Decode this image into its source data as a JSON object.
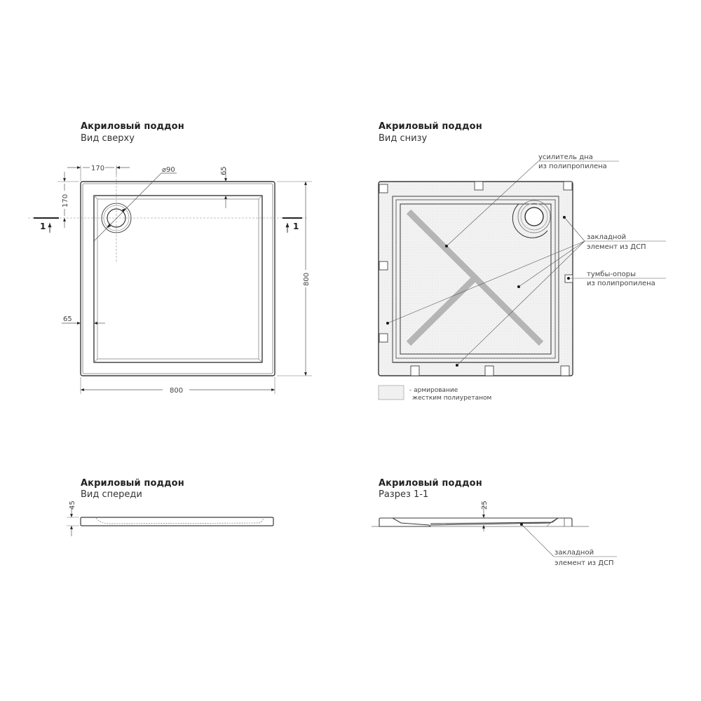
{
  "views": {
    "top": {
      "title": "Акриловый поддон",
      "subtitle": "Вид сверху",
      "dims": {
        "drain_x": "170",
        "drain_y": "170",
        "drain_diameter": "⌀90",
        "rim_top": "65",
        "rim_left": "65",
        "width": "800",
        "depth": "800",
        "section_mark_left": "1",
        "section_mark_right": "1"
      }
    },
    "bottom": {
      "title": "Акриловый поддон",
      "subtitle": "Вид снизу",
      "callouts": {
        "reinforcer_line1": "усилитель дна",
        "reinforcer_line2": "из полипропилена",
        "insert_line1": "закладной",
        "insert_line2": "элемент из ДСП",
        "supports_line1": "тумбы-опоры",
        "supports_line2": "из полипропилена"
      },
      "legend": {
        "line1": "- армирование",
        "line2": "жестким полиуретаном"
      }
    },
    "front": {
      "title": "Акриловый поддон",
      "subtitle": "Вид спереди",
      "dims": {
        "height": "45"
      }
    },
    "section": {
      "title": "Акриловый поддон",
      "subtitle": "Разрез 1-1",
      "dims": {
        "height": "25"
      },
      "callouts": {
        "insert_line1": "закладной",
        "insert_line2": "элемент из ДСП"
      }
    }
  },
  "colors": {
    "line": "#3a3a3a",
    "dim_line": "#666666",
    "reinforcer": "#b5b5b5",
    "hatch": "#f1f1f1"
  }
}
